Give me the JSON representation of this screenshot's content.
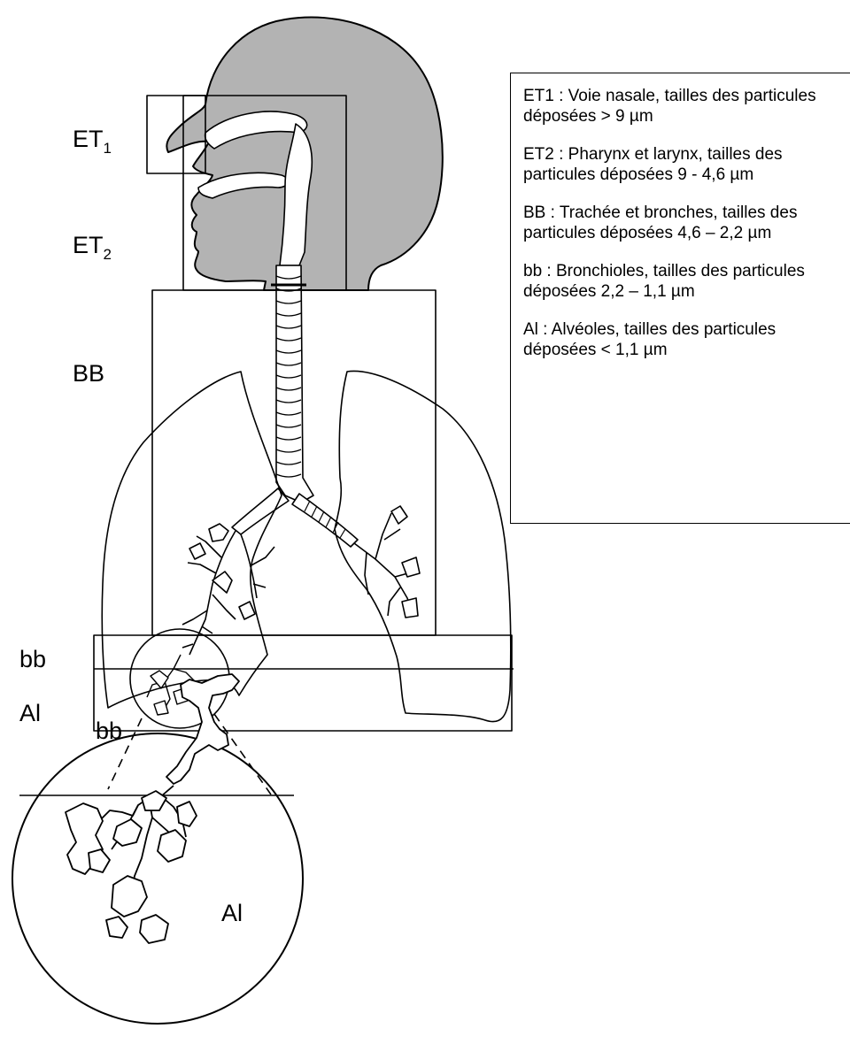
{
  "labels": {
    "et1": {
      "base": "ET",
      "sub": "1"
    },
    "et2": {
      "base": "ET",
      "sub": "2"
    },
    "bb_upper": "BB",
    "bb_lower": "bb",
    "al": "Al",
    "zoom_bb": "bb",
    "zoom_al": "Al"
  },
  "legend": [
    {
      "text": "ET1 : Voie nasale, tailles des particules déposées > 9 µm"
    },
    {
      "text": "ET2 : Pharynx et larynx, tailles des particules déposées 9 - 4,6 µm"
    },
    {
      "text": "BB : Trachée et bronches, tailles des particules déposées 4,6 – 2,2 µm"
    },
    {
      "text": "bb : Bronchioles, tailles des particules déposées 2,2 – 1,1 µm"
    },
    {
      "text": "Al : Alvéoles, tailles des particules déposées < 1,1 µm"
    }
  ],
  "colors": {
    "head_fill": "#b3b3b3",
    "line": "#000000",
    "background": "#ffffff"
  }
}
